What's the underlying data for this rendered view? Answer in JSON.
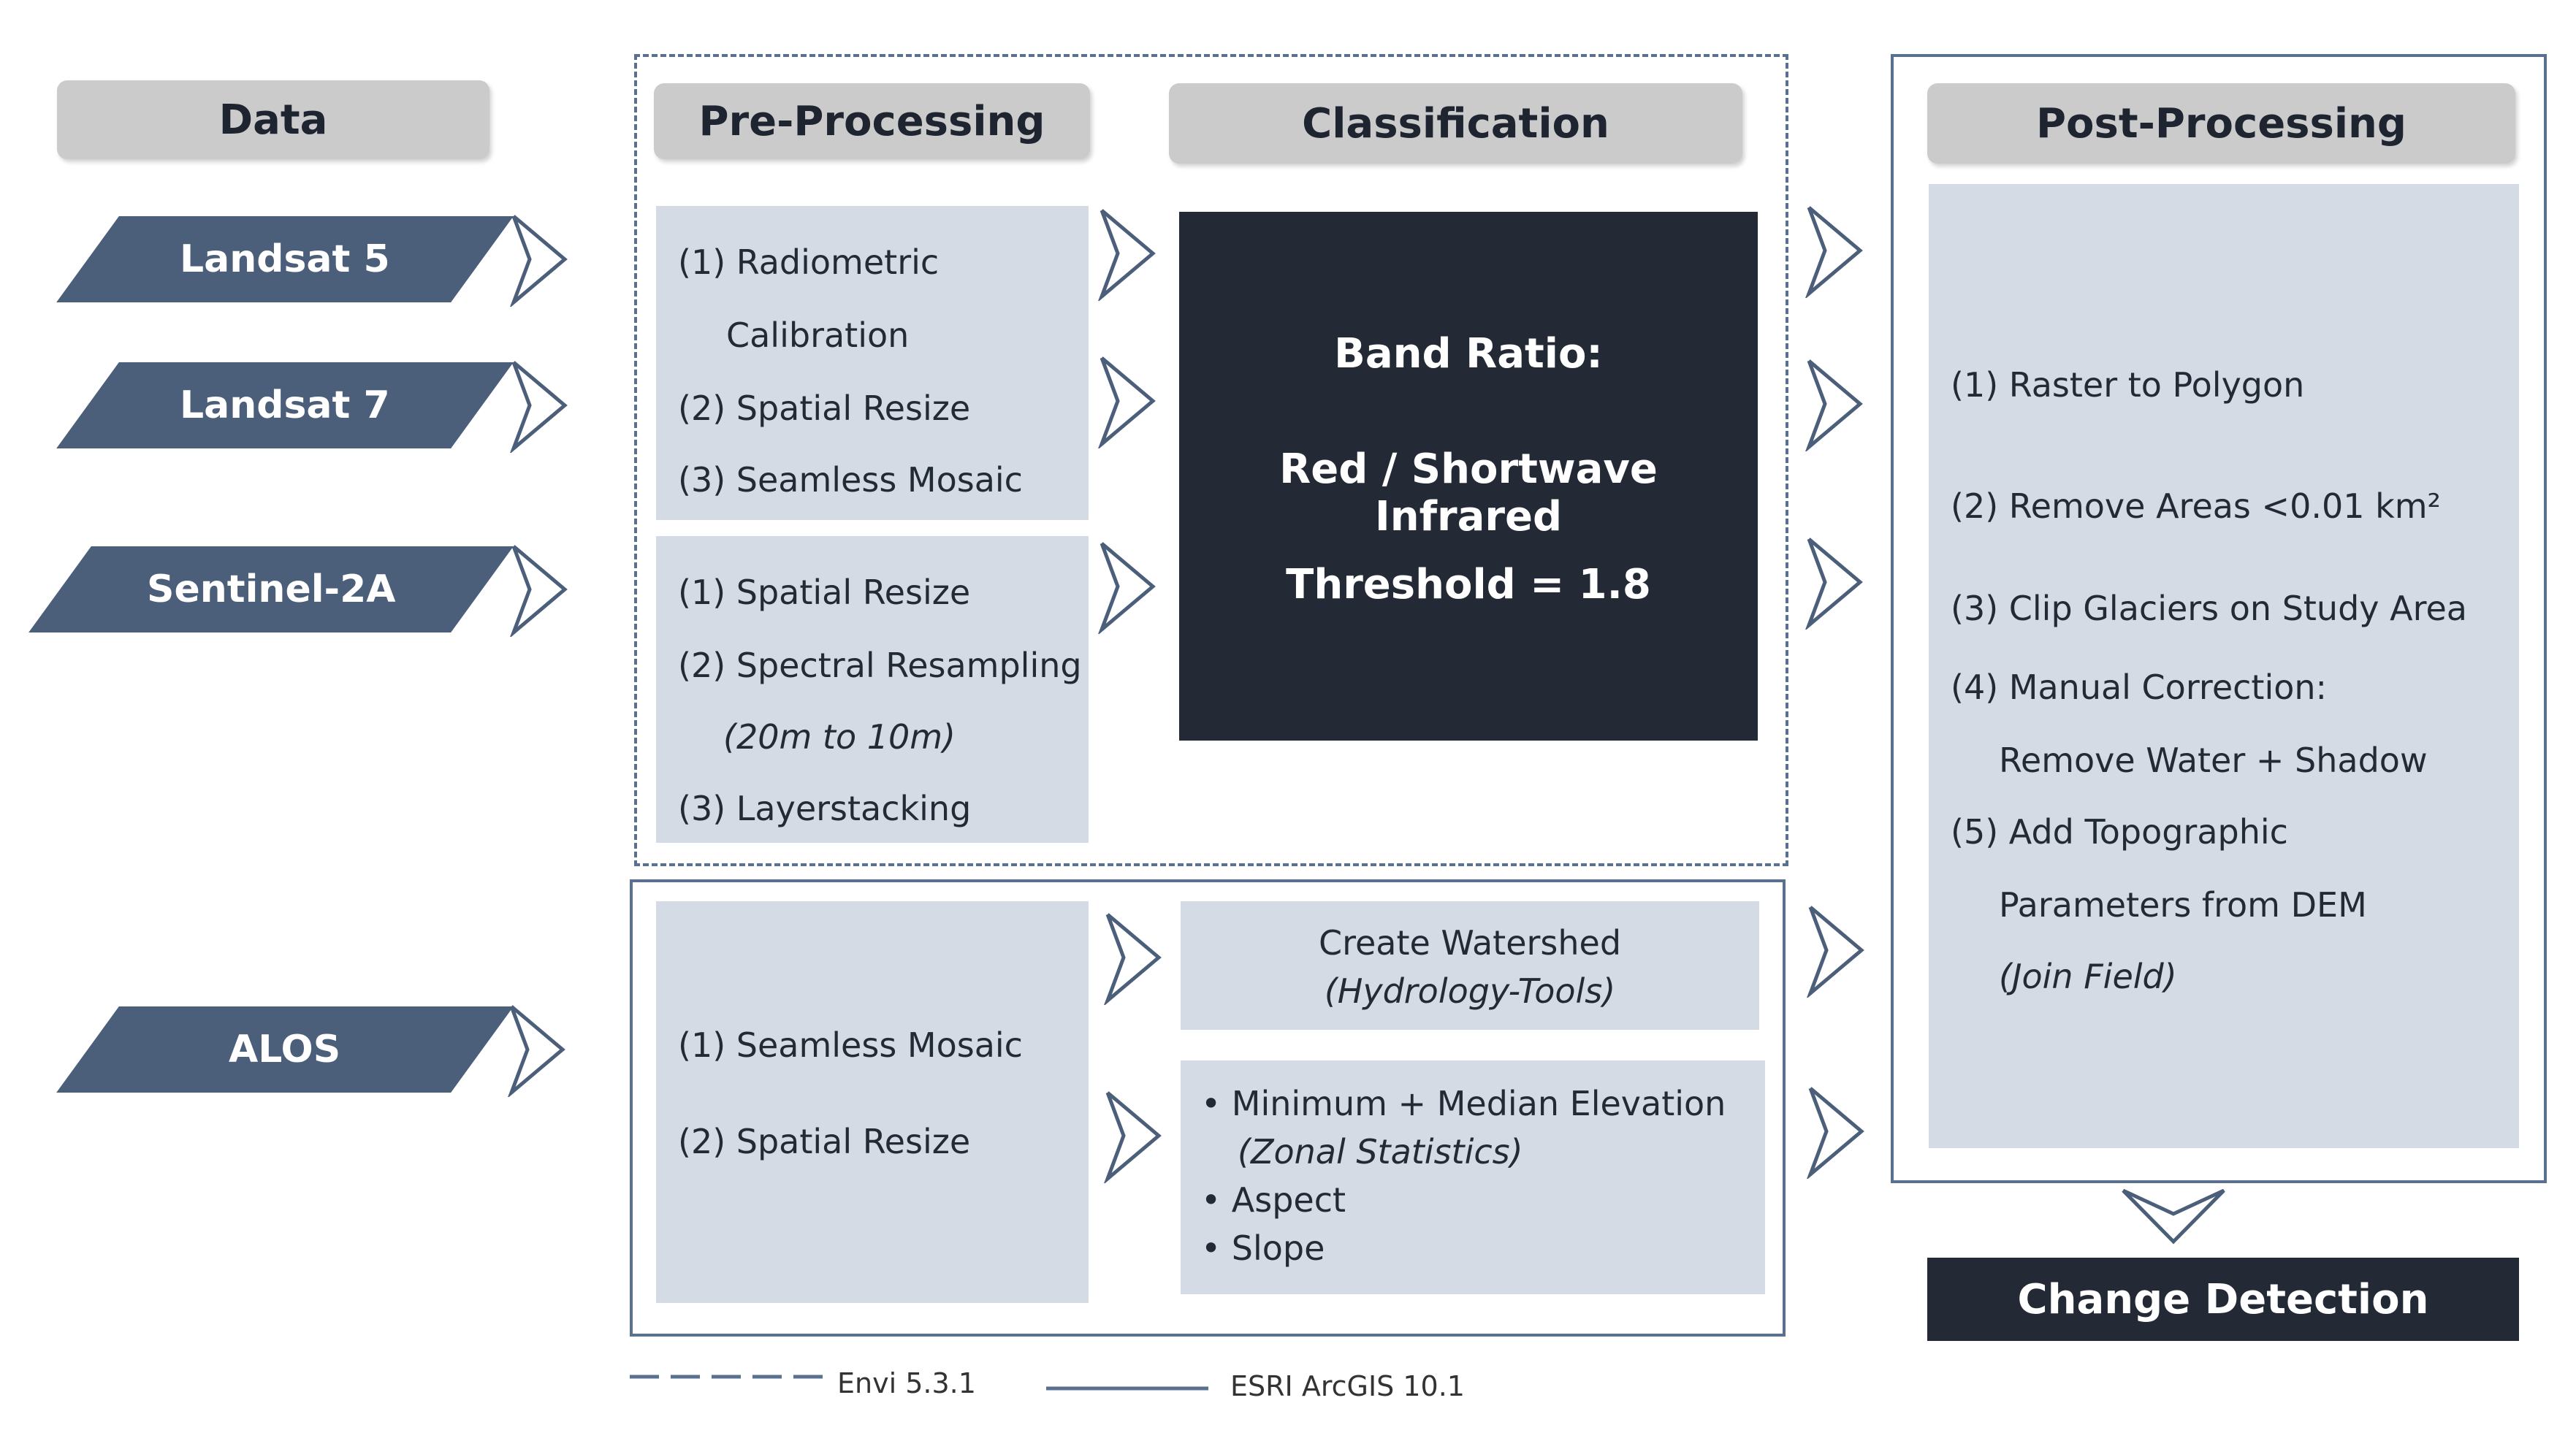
{
  "headers": {
    "data": "Data",
    "preprocessing": "Pre-Processing",
    "classification": "Classification",
    "postprocessing": "Post-Processing"
  },
  "data_sources": [
    "Landsat 5",
    "Landsat 7",
    "Sentinel-2A",
    "ALOS"
  ],
  "preprocessing": {
    "landsat": [
      "(1) Radiometric",
      "Calibration",
      "(2) Spatial Resize",
      "(3) Seamless Mosaic"
    ],
    "sentinel": [
      "(1) Spatial Resize",
      "(2) Spectral Resampling",
      "(20m to 10m)",
      "(3) Layerstacking"
    ],
    "alos": [
      "(1) Seamless Mosaic",
      "(2) Spatial Resize"
    ]
  },
  "classification": {
    "band_ratio_label": "Band Ratio:",
    "band_ratio_value": "Red / Shortwave Infrared",
    "threshold": "Threshold = 1.8"
  },
  "watershed": {
    "line1": "Create Watershed",
    "line2": "(Hydrology-Tools)"
  },
  "zonal": {
    "items": [
      "•  Minimum + Median Elevation",
      "(Zonal Statistics)",
      "•  Aspect",
      "•  Slope"
    ]
  },
  "postprocessing": {
    "steps": [
      "(1) Raster to Polygon",
      "(2) Remove Areas  <0.01 km²",
      "(3) Clip Glaciers on Study Area",
      "(4) Manual Correction:",
      "Remove Water + Shadow",
      "(5) Add Topographic",
      "Parameters from DEM",
      "(Join Field)"
    ]
  },
  "change_detection": "Change Detection",
  "legend": {
    "dashed": "Envi 5.3.1",
    "solid": "ESRI ArcGIS 10.1"
  },
  "colors": {
    "dark": "#232a35",
    "box": "#d5dbe5",
    "data_shape": "#4b5e7a",
    "frame": "#5a7090",
    "header": "#cbcbcb"
  }
}
